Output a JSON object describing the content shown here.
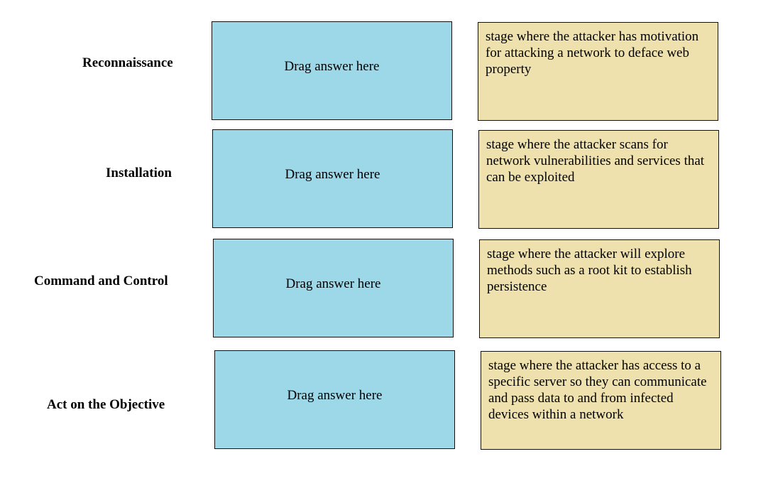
{
  "rows": [
    {
      "stage": "Reconnaissance",
      "drop_placeholder": "Drag answer here",
      "answer": "stage where the attacker has motivation for attacking a network to deface web property"
    },
    {
      "stage": "Installation",
      "drop_placeholder": "Drag answer here",
      "answer": "stage where the attacker scans for network vulnerabilities and services that can be exploited"
    },
    {
      "stage": "Command and Control",
      "drop_placeholder": "Drag answer here",
      "answer": "stage where the attacker will explore methods such as a root kit to establish persistence"
    },
    {
      "stage": "Act on the Objective",
      "drop_placeholder": "Drag answer here",
      "answer": "stage where the attacker has access to a specific server so they can communicate and pass data to and from infected devices within a network"
    }
  ],
  "colors": {
    "drop_zone": "#9dd8e9",
    "answer_tile": "#eee1ae",
    "border": "#111111"
  }
}
